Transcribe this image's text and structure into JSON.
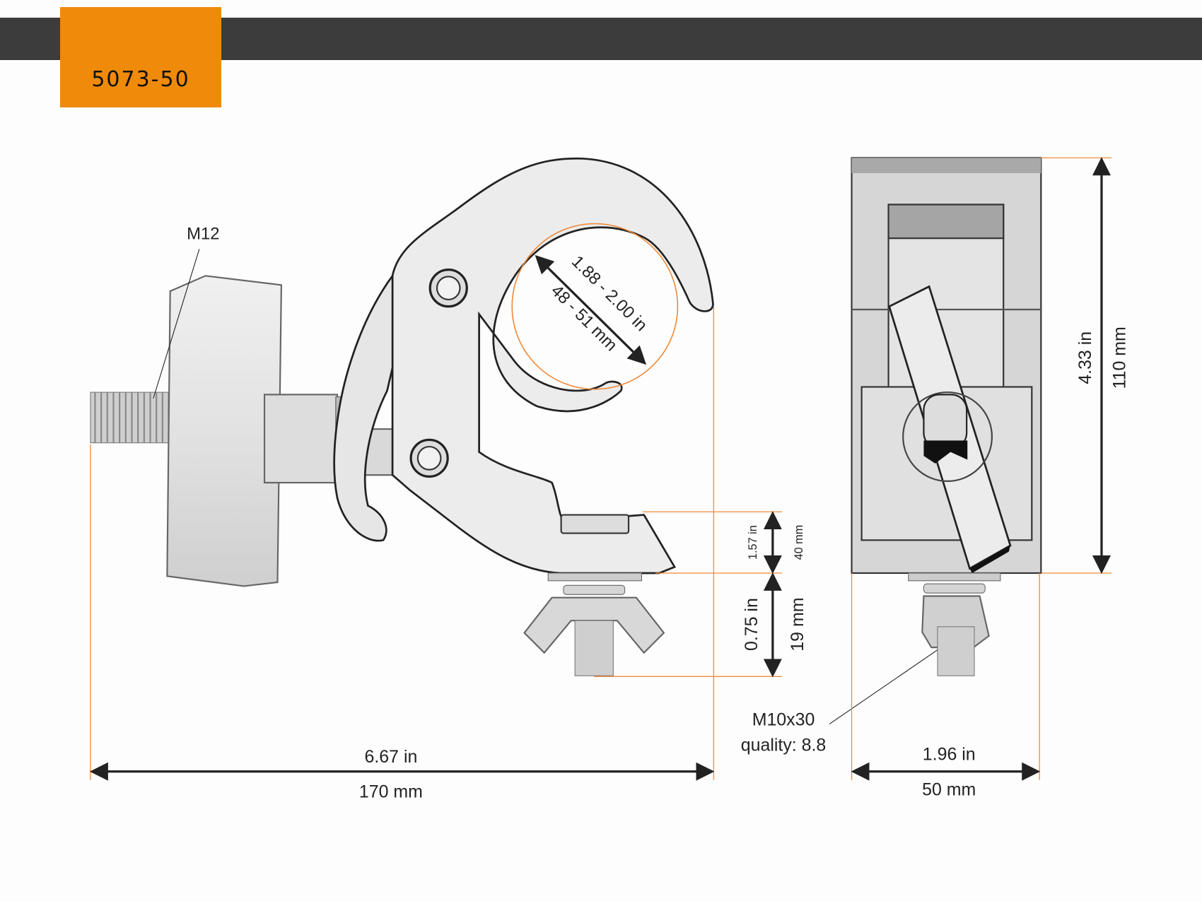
{
  "header": {
    "part_number": "5073-50"
  },
  "colors": {
    "accent": "#f08a0b",
    "bar": "#3c3c3c",
    "dimension_line": "#f08a3a"
  },
  "labels": {
    "thread_main": "M12",
    "tube_range_in": "1.88 - 2.00 in",
    "tube_range_mm": "48 - 51 mm",
    "jaw_gap_in": "1.57 in",
    "jaw_gap_mm": "40 mm",
    "bolt_protrusion_in": "0.75 in",
    "bolt_protrusion_mm": "19 mm",
    "bolt_spec": "M10x30",
    "bolt_quality": "quality: 8.8",
    "length_in": "6.67 in",
    "length_mm": "170 mm",
    "width_in": "1.96 in",
    "width_mm": "50 mm",
    "height_in": "4.33 in",
    "height_mm": "110 mm"
  }
}
